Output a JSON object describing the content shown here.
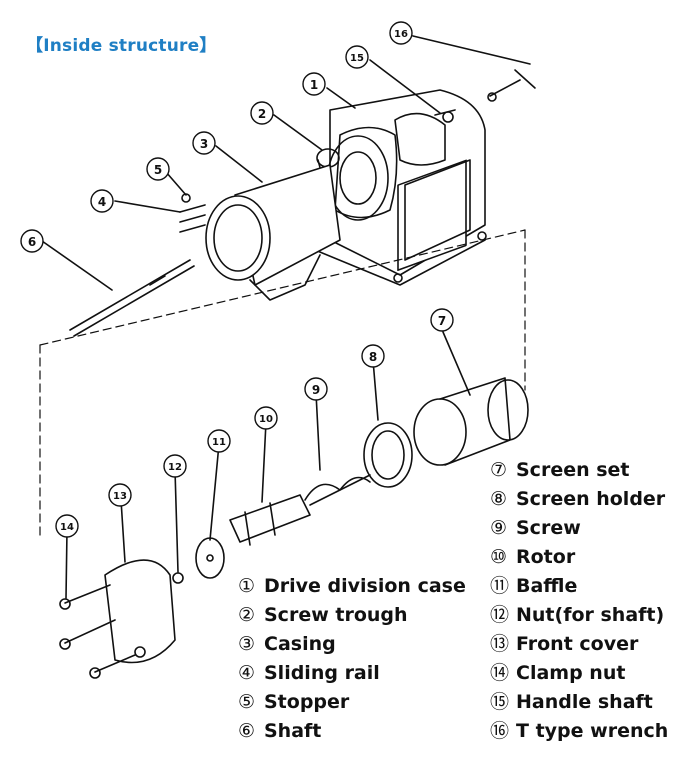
{
  "title": "【Inside structure】",
  "callouts": [
    "1",
    "2",
    "3",
    "4",
    "5",
    "6",
    "7",
    "8",
    "9",
    "10",
    "11",
    "12",
    "13",
    "14",
    "15",
    "16"
  ],
  "legend": [
    {
      "num": "①",
      "label": "Drive division case"
    },
    {
      "num": "②",
      "label": "Screw trough"
    },
    {
      "num": "③",
      "label": "Casing"
    },
    {
      "num": "④",
      "label": "Sliding rail"
    },
    {
      "num": "⑤",
      "label": "Stopper"
    },
    {
      "num": "⑥",
      "label": "Shaft"
    },
    {
      "num": "⑦",
      "label": "Screen set"
    },
    {
      "num": "⑧",
      "label": "Screen holder"
    },
    {
      "num": "⑨",
      "label": "Screw"
    },
    {
      "num": "⑩",
      "label": "Rotor"
    },
    {
      "num": "⑪",
      "label": "Baffle"
    },
    {
      "num": "⑫",
      "label": "Nut(for shaft)"
    },
    {
      "num": "⑬",
      "label": "Front cover"
    },
    {
      "num": "⑭",
      "label": "Clamp nut"
    },
    {
      "num": "⑮",
      "label": "Handle shaft"
    },
    {
      "num": "⑯",
      "label": "T type wrench"
    }
  ],
  "colors": {
    "title": "#1f7fc4",
    "line": "#111111"
  }
}
